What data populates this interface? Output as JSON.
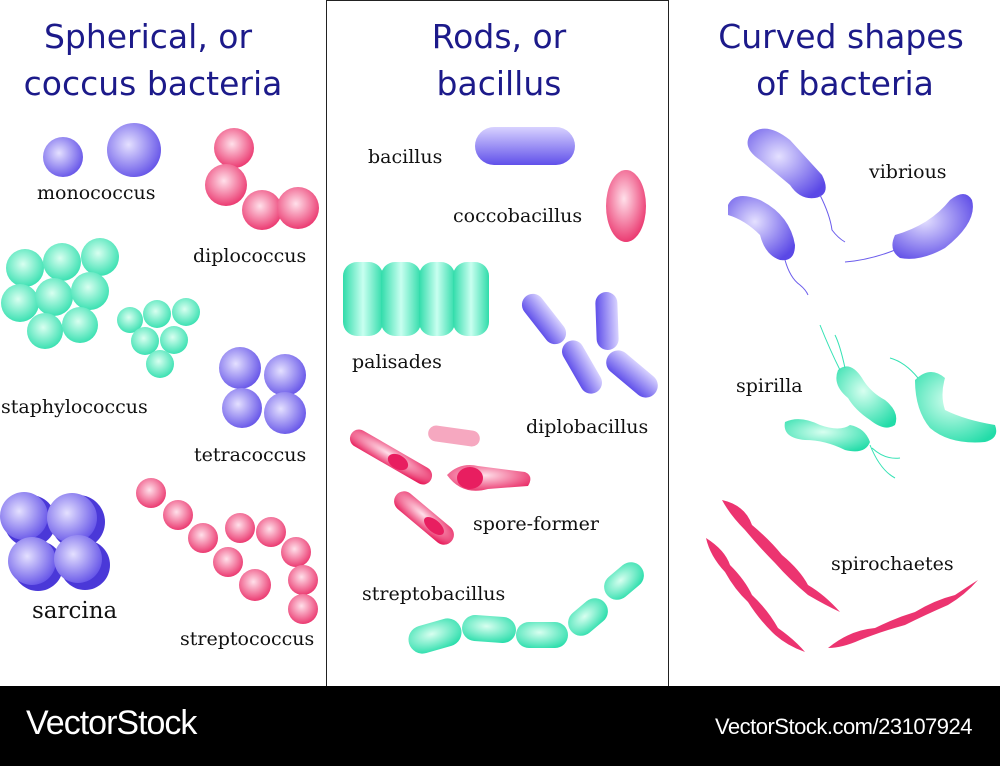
{
  "columns": [
    {
      "title_lines": [
        "Spherical, or",
        "coccus bacteria"
      ],
      "labels": [
        "monococcus",
        "diplococcus",
        "staphylococcus",
        "tetracoccus",
        "sarcina",
        "streptococcus"
      ]
    },
    {
      "title_lines": [
        "Rods, or",
        "bacillus"
      ],
      "labels": [
        "bacillus",
        "coccobacillus",
        "palisades",
        "diplobacillus",
        "spore-former",
        "streptobacillus"
      ]
    },
    {
      "title_lines": [
        "Curved shapes",
        "of bacteria"
      ],
      "labels": [
        "vibrious",
        "spirilla",
        "spirochaetes"
      ]
    }
  ],
  "colors": {
    "purple": "#6b5cec",
    "pink": "#ec3470",
    "teal": "#34e2b4",
    "heading": "#1c1a8a"
  },
  "footer": {
    "brand": "VectorStock",
    "url": "VectorStock.com/23107924"
  }
}
